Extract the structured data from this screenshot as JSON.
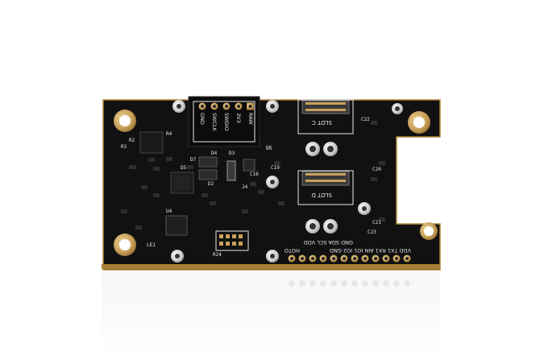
{
  "board": {
    "header_labels": [
      "GND",
      "SWCLK",
      "SWDIO",
      "3V3",
      "RAW"
    ],
    "slot_c_label": "SLOT C",
    "slot_d_label": "SLOT D",
    "top_pin_labels": "GND SDA SCL VDD",
    "bottom_pin_labels": "VDD TX1 RX1 AIN IO1 IO2 GND",
    "hot_label": "HOTO",
    "refdes": [
      "R2",
      "R3",
      "R4",
      "D2",
      "D3",
      "D4",
      "D5",
      "U4",
      "U5",
      "C19",
      "C20",
      "C21",
      "C22",
      "C23",
      "R24",
      "C16",
      "D7",
      "J4",
      "LE1"
    ],
    "colors": {
      "pcb": "#111111",
      "gold": "#c9a15a",
      "edge_gold": "#b88a3c",
      "silkscreen": "#e9e9e9"
    }
  }
}
